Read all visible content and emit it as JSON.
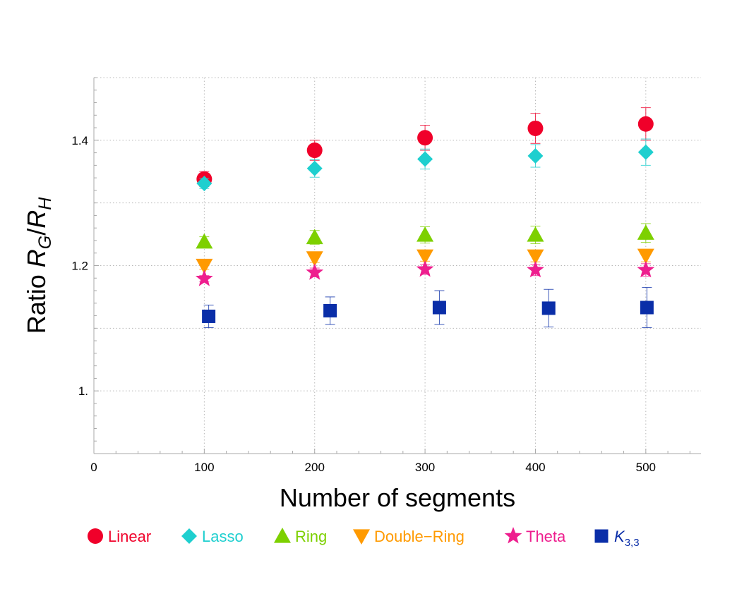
{
  "chart_data": {
    "type": "scatter",
    "title": "",
    "xlabel": "Number of segments",
    "ylabel": {
      "prefix": "Ratio ",
      "num": "R",
      "num_sub": "G",
      "slash": "/",
      "den": "R",
      "den_sub": "H"
    },
    "xlim": [
      0,
      550
    ],
    "ylim": [
      0.9,
      1.5
    ],
    "x_ticks": [
      {
        "value": 0,
        "label": "0"
      },
      {
        "value": 100,
        "label": "100"
      },
      {
        "value": 200,
        "label": "200"
      },
      {
        "value": 300,
        "label": "300"
      },
      {
        "value": 400,
        "label": "400"
      },
      {
        "value": 500,
        "label": "500"
      }
    ],
    "y_ticks": [
      {
        "value": 1.0,
        "label": "1."
      },
      {
        "value": 1.2,
        "label": "1.2"
      },
      {
        "value": 1.4,
        "label": "1.4"
      }
    ],
    "grid": true,
    "grid_x": [
      100,
      200,
      300,
      400,
      500
    ],
    "grid_y": [
      1.0,
      1.1,
      1.2,
      1.3,
      1.4,
      1.5
    ],
    "legend_position": "bottom",
    "series": [
      {
        "name": "Linear",
        "marker": "circle",
        "color": "#f0002a",
        "points": [
          {
            "x": 100,
            "y": 1.338,
            "err": 0.012
          },
          {
            "x": 200,
            "y": 1.384,
            "err": 0.016
          },
          {
            "x": 300,
            "y": 1.404,
            "err": 0.02
          },
          {
            "x": 400,
            "y": 1.419,
            "err": 0.024
          },
          {
            "x": 500,
            "y": 1.426,
            "err": 0.026
          }
        ]
      },
      {
        "name": "Lasso",
        "marker": "diamond",
        "color": "#1ecfcf",
        "points": [
          {
            "x": 100,
            "y": 1.331,
            "err": 0.008
          },
          {
            "x": 200,
            "y": 1.355,
            "err": 0.014
          },
          {
            "x": 300,
            "y": 1.37,
            "err": 0.016
          },
          {
            "x": 400,
            "y": 1.375,
            "err": 0.018
          },
          {
            "x": 500,
            "y": 1.381,
            "err": 0.021
          }
        ]
      },
      {
        "name": "Ring",
        "marker": "triangle-up",
        "color": "#7dd000",
        "points": [
          {
            "x": 100,
            "y": 1.238,
            "err": 0.008
          },
          {
            "x": 200,
            "y": 1.245,
            "err": 0.011
          },
          {
            "x": 300,
            "y": 1.249,
            "err": 0.013
          },
          {
            "x": 400,
            "y": 1.249,
            "err": 0.014
          },
          {
            "x": 500,
            "y": 1.252,
            "err": 0.015
          }
        ]
      },
      {
        "name": "Double−Ring",
        "marker": "triangle-down",
        "color": "#ff9a00",
        "points": [
          {
            "x": 100,
            "y": 1.2,
            "err": 0.006
          },
          {
            "x": 200,
            "y": 1.212,
            "err": 0.007
          },
          {
            "x": 300,
            "y": 1.215,
            "err": 0.008
          },
          {
            "x": 400,
            "y": 1.215,
            "err": 0.009
          },
          {
            "x": 500,
            "y": 1.216,
            "err": 0.01
          }
        ]
      },
      {
        "name": "Theta",
        "marker": "star",
        "color": "#ee1e8e",
        "points": [
          {
            "x": 100,
            "y": 1.179,
            "err": 0.005
          },
          {
            "x": 200,
            "y": 1.189,
            "err": 0.007
          },
          {
            "x": 300,
            "y": 1.194,
            "err": 0.008
          },
          {
            "x": 400,
            "y": 1.193,
            "err": 0.009
          },
          {
            "x": 500,
            "y": 1.193,
            "err": 0.01
          }
        ]
      },
      {
        "name": "K",
        "name_sub": "3,3",
        "name_italic": true,
        "marker": "square",
        "color": "#0a2ea8",
        "points": [
          {
            "x": 104,
            "y": 1.119,
            "err": 0.018
          },
          {
            "x": 214,
            "y": 1.128,
            "err": 0.022
          },
          {
            "x": 313,
            "y": 1.133,
            "err": 0.027
          },
          {
            "x": 412,
            "y": 1.132,
            "err": 0.03
          },
          {
            "x": 501,
            "y": 1.133,
            "err": 0.032
          }
        ]
      }
    ]
  }
}
